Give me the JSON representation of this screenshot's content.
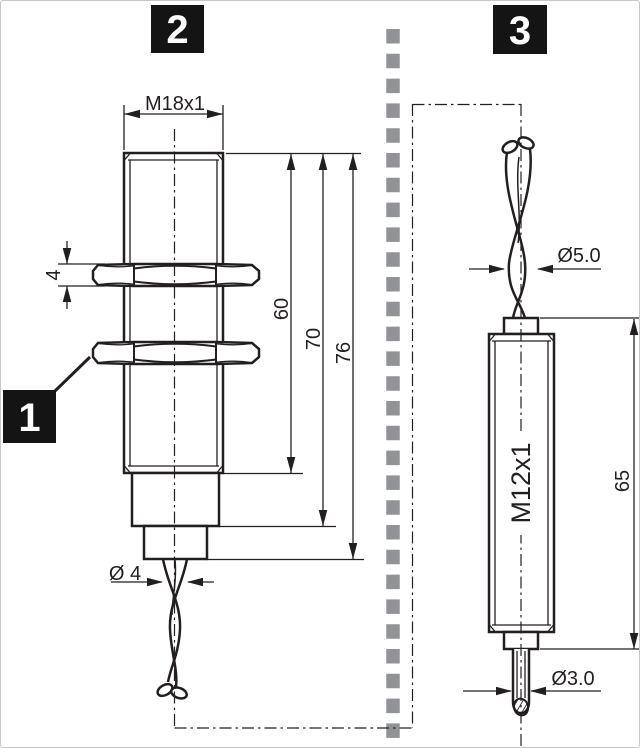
{
  "drawing": {
    "callouts": {
      "one": "1",
      "two": "2",
      "three": "3"
    },
    "sensor2": {
      "thread_label": "M18x1",
      "nut_height": "4",
      "dim_thread_length": "60",
      "dim_body_length": "70",
      "dim_total_length": "76",
      "cable_diameter": "Ø 4"
    },
    "sensor3": {
      "cable_diameter": "Ø5.0",
      "thread_label": "M12x1",
      "dim_length": "65",
      "probe_diameter": "Ø3.0"
    },
    "colors": {
      "line": "#231f20",
      "divider": "#919396",
      "callout_bg": "#141414",
      "callout_fg": "#ffffff"
    }
  }
}
